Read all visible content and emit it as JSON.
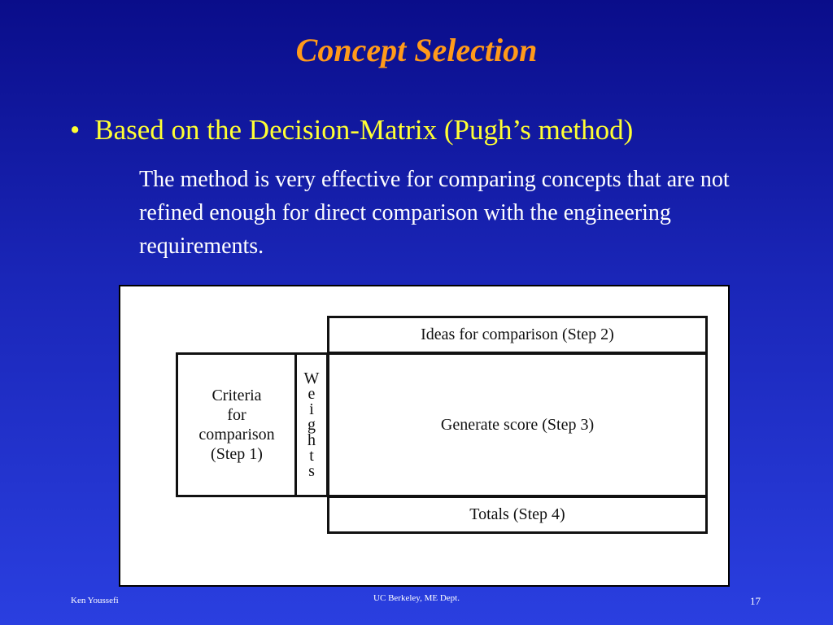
{
  "slide": {
    "title": "Concept Selection",
    "bullet_symbol": "•",
    "bullet_text": "Based on the Decision-Matrix (Pugh’s method)",
    "subtext": "The method is very effective for comparing concepts that are not refined enough for direct comparison with the engineering requirements."
  },
  "diagram": {
    "criteria_lines": [
      "Criteria",
      "for",
      "comparison",
      "(Step 1)"
    ],
    "weights_letters": [
      "W",
      "e",
      "i",
      "g",
      "h",
      "t",
      "s"
    ],
    "ideas_label": "Ideas for comparison (Step 2)",
    "generate_label": "Generate score (Step 3)",
    "totals_label": "Totals (Step 4)"
  },
  "footer": {
    "author": "Ken Youssefi",
    "department": "UC Berkeley, ME Dept.",
    "page_number": "17"
  },
  "colors": {
    "title": "#ff9a1a",
    "bullet": "#ffff33",
    "body_text": "#ffffff",
    "background_top": "#0a0d8a",
    "background_bottom": "#2a3fe0"
  }
}
